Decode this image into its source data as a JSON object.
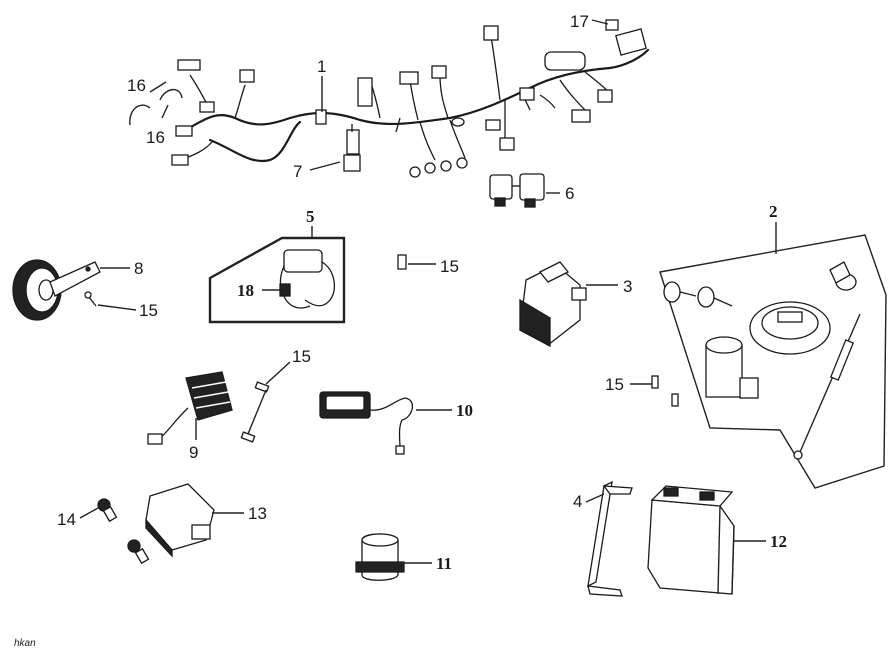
{
  "callouts": {
    "c1": "1",
    "c2": "2",
    "c3": "3",
    "c4": "4",
    "c5": "5",
    "c6": "6",
    "c7": "7",
    "c8": "8",
    "c9": "9",
    "c10": "10",
    "c11": "11",
    "c12": "12",
    "c13": "13",
    "c14": "14",
    "c15a": "15",
    "c15b": "15",
    "c15c": "15",
    "c15d": "15",
    "c16a": "16",
    "c16b": "16",
    "c17": "17",
    "c18": "18"
  },
  "watermark": "hkan"
}
